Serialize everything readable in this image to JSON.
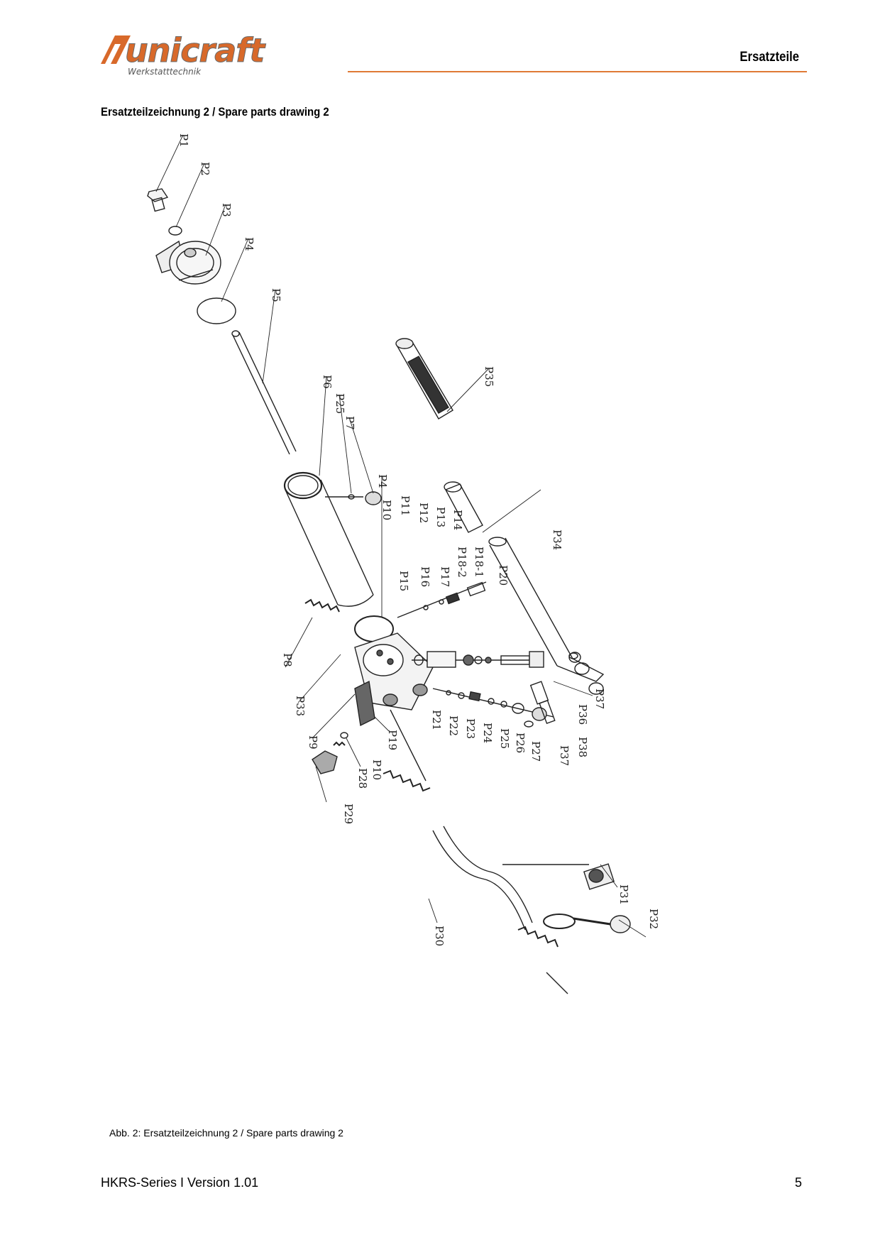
{
  "header": {
    "logo_text": "unicraft",
    "logo_subtitle": "Werkstatttechnik",
    "title": "Ersatzteile",
    "accent_color": "#e07a35"
  },
  "section_title": "Ersatzteilzeichnung 2 / Spare parts drawing 2",
  "part_labels": [
    "P1",
    "P2",
    "P3",
    "P4",
    "P5",
    "P6",
    "P25",
    "P7",
    "P35",
    "P4",
    "P14",
    "P13",
    "P12",
    "P11",
    "P10",
    "P15",
    "P16",
    "P17",
    "P18-2",
    "P18-1",
    "P20",
    "P34",
    "P8",
    "P33",
    "P9",
    "P19",
    "P21",
    "P22",
    "P23",
    "P24",
    "P25",
    "P26",
    "P27",
    "P37",
    "P36",
    "P38",
    "P37",
    "P10",
    "P28",
    "P29",
    "P30",
    "P31",
    "P32"
  ],
  "caption": "Abb. 2: Ersatzteilzeichnung 2 / Spare parts drawing 2",
  "footer": {
    "series": "HKRS-Series I Version 1.01",
    "page_number": "5"
  }
}
